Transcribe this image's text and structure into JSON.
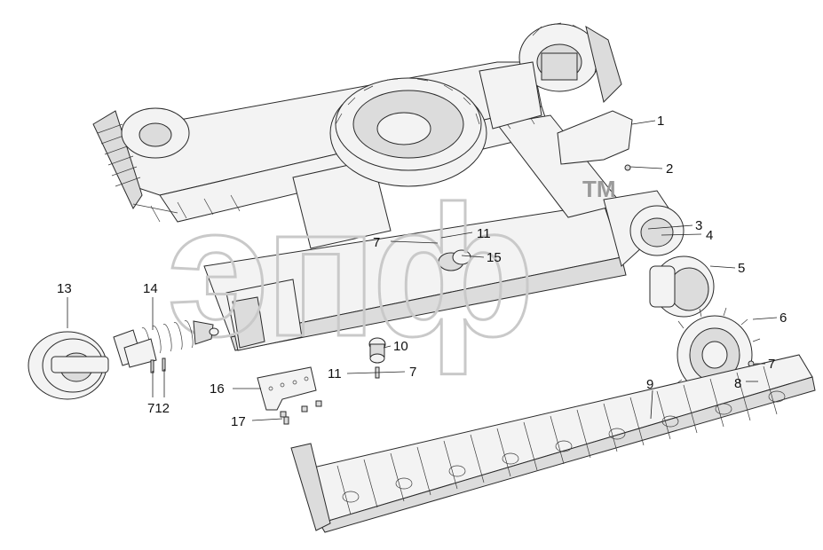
{
  "figure": {
    "watermark_text": "эпф",
    "watermark_mark": "TM",
    "labels": {
      "p1": "1",
      "p2": "2",
      "p3": "3",
      "p4": "4",
      "p5": "5",
      "p6": "6",
      "p7a": "7",
      "p7b": "7",
      "p7c": "7",
      "p7d": "7",
      "p712": "712",
      "p8": "8",
      "p9": "9",
      "p10": "10",
      "p11a": "11",
      "p11b": "11",
      "p13": "13",
      "p14": "14",
      "p15": "15",
      "p16": "16",
      "p17": "17"
    }
  }
}
